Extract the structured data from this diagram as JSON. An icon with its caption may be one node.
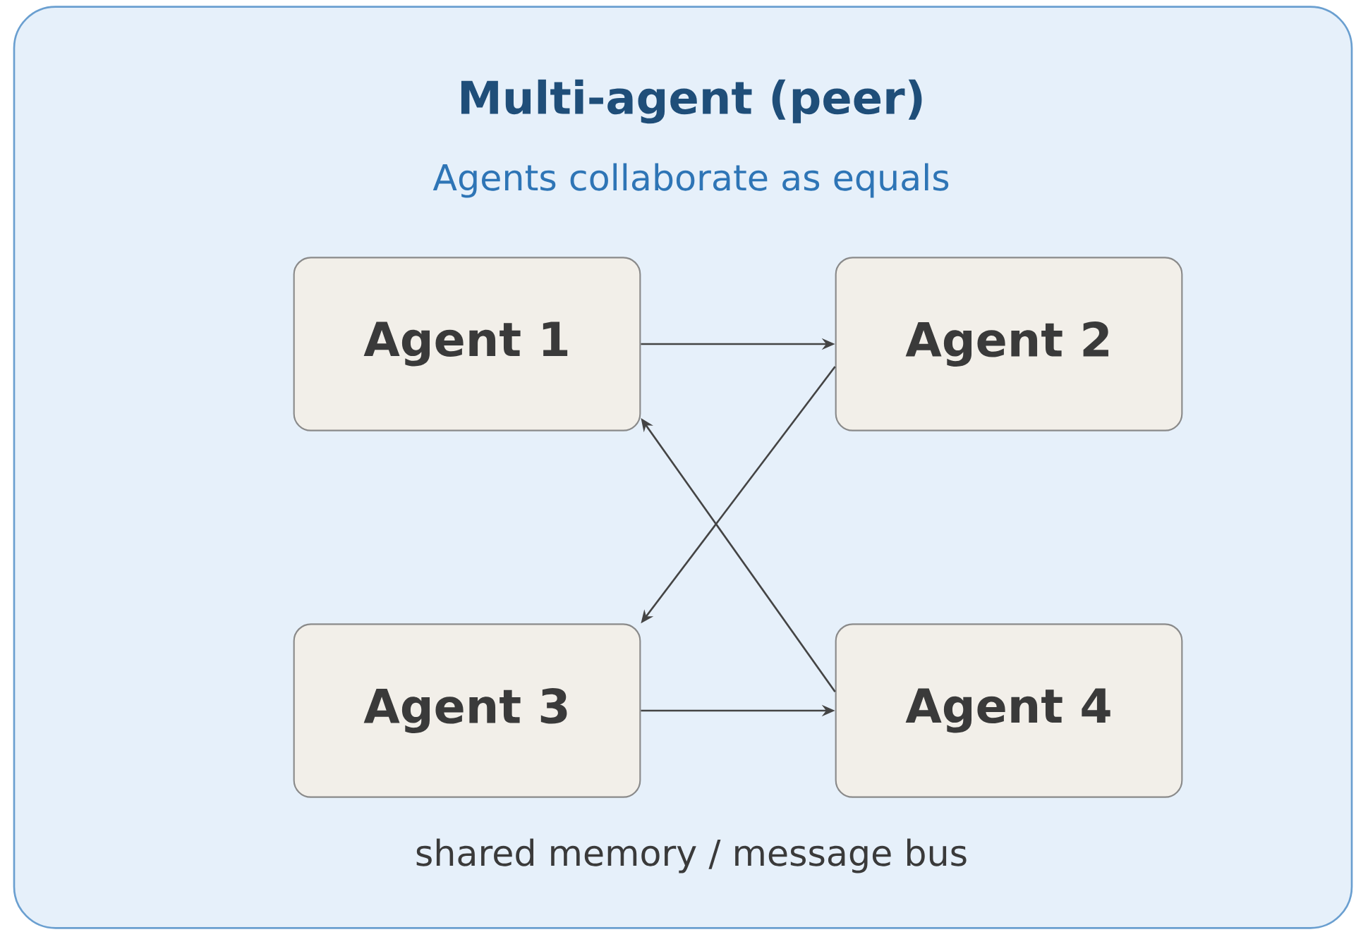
{
  "diagram": {
    "nodes": [
      {
        "text": [
          "Multi-agent (peer)",
          "Agents collaborate as equals"
        ]
      },
      {
        "text": [
          "Agent 1"
        ],
        "in": 0
      },
      {
        "text": [
          "Agent 2"
        ],
        "in": 0
      },
      {
        "text": [
          "Agent 3"
        ],
        "in": 0
      },
      {
        "text": [
          "Agent 4"
        ],
        "in": 0
      }
    ],
    "edges": [
      {
        "from": 1,
        "to": 2,
        "arrow": "to"
      },
      {
        "from": 2,
        "to": 3,
        "arrow": "to"
      },
      {
        "from": 4,
        "to": 1,
        "arrow": "to"
      },
      {
        "from": 3,
        "to": 4,
        "arrow": "to"
      }
    ],
    "labels": [
      "shared memory / message bus"
    ]
  }
}
